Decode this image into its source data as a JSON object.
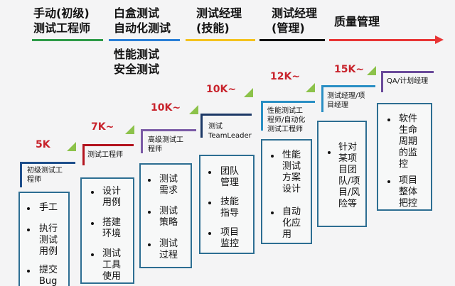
{
  "stages": [
    {
      "label": "手动(初级)\n测试工程师"
    },
    {
      "label": "白盒测试\n自动化测试"
    },
    {
      "label": "性能测试\n安全测试"
    },
    {
      "label": "测试经理\n(技能)"
    },
    {
      "label": "测试经理\n(管理)"
    },
    {
      "label": "质量管理"
    }
  ],
  "arrow_colors": [
    "#2e9b48",
    "#2a7fd6",
    "#f4c21e",
    "#111111",
    "#e83535"
  ],
  "levels": [
    {
      "salary": "5K",
      "title": "初级测试工\n程师",
      "accent": "#1f4f8c",
      "items": [
        "手工",
        "执行\n测试\n用例",
        "提交\nBug"
      ]
    },
    {
      "salary": "7K~",
      "title": "测试工程师",
      "accent": "#b3141f",
      "items": [
        "设计\n用例",
        "搭建\n环境",
        "测试\n工具\n使用"
      ]
    },
    {
      "salary": "10K~",
      "title": "高级测试工\n程师",
      "accent": "#7b5aa6",
      "items": [
        "测试\n需求",
        "测试\n策略",
        "测试\n过程"
      ]
    },
    {
      "salary": "10K~",
      "title": "测试\nTeamLeader",
      "accent": "#1c3866",
      "items": [
        "团队\n管理",
        "技能\n指导",
        "项目\n监控"
      ]
    },
    {
      "salary": "12K~",
      "title": "性能测试工\n程师/自动化\n测试工程师",
      "accent": "#2a8fc4",
      "items": [
        "性能\n测试\n方案\n设计",
        "自动\n化应\n用"
      ]
    },
    {
      "salary": "15K~",
      "title": "测试经理/项\n目经理",
      "accent": "#2a8fc4",
      "items": [
        "针对\n某项\n目团\n队/项\n目/风\n险等"
      ]
    },
    {
      "salary": "",
      "title": "QA/计划经理",
      "accent": "#6a4a9a",
      "items": [
        "软件\n生命\n周期\n的监\n控",
        "项目\n整体\n把控"
      ]
    }
  ]
}
